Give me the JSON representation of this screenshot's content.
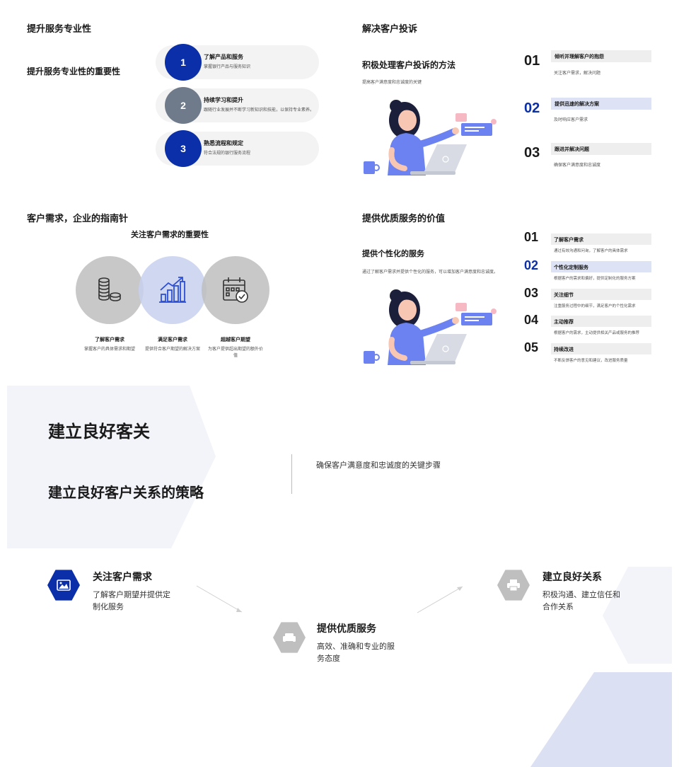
{
  "slide1": {
    "title": "提升服务专业性",
    "subtitle": "提升服务专业性的重要性",
    "items": [
      {
        "num": "1",
        "title": "了解产品和服务",
        "desc": "掌握银行产品与服务知识",
        "color": "#0a2fa8"
      },
      {
        "num": "2",
        "title": "持续学习和提升",
        "desc": "跟随行业发展并不断学习新知识和技能，以保持专业素养。",
        "color": "#6f7b8b"
      },
      {
        "num": "3",
        "title": "熟悉流程和规定",
        "desc": "符合法规的银行服务流程",
        "color": "#0a2fa8"
      }
    ]
  },
  "slide2": {
    "title": "解决客户投诉",
    "subtitle": "积极处理客户投诉的方法",
    "desc": "提高客户满意度和忠诚度的关键",
    "items": [
      {
        "num": "01",
        "title": "倾听并理解客户的抱怨",
        "desc": "关注客户需求，解决问题"
      },
      {
        "num": "02",
        "title": "提供迅速的解决方案",
        "desc": "及时响应客户需求"
      },
      {
        "num": "03",
        "title": "跟进并解决问题",
        "desc": "确保客户满意度和忠诚度"
      }
    ]
  },
  "slide3": {
    "title": "客户需求，企业的指南针",
    "subtitle": "关注客户需求的重要性",
    "items": [
      {
        "title": "了解客户需求",
        "desc": "掌握客户的具体需求和期望",
        "icon": "coins-icon"
      },
      {
        "title": "满足客户需求",
        "desc": "提供符合客户期望的解决方案",
        "icon": "growth-chart-icon"
      },
      {
        "title": "超越客户期望",
        "desc": "为客户提供超出期望的额外价值",
        "icon": "calendar-check-icon"
      }
    ]
  },
  "slide4": {
    "title": "提供优质服务的价值",
    "subtitle": "提供个性化的服务",
    "desc": "通过了解客户需求并提供个性化的服务，可以增加客户满意度和忠诚度。",
    "items": [
      {
        "num": "01",
        "title": "了解客户需求",
        "desc": "通过有效沟通和问询，了解客户的具体需求"
      },
      {
        "num": "02",
        "title": "个性化定制服务",
        "desc": "根据客户的需求和偏好，提供定制化的服务方案"
      },
      {
        "num": "03",
        "title": "关注细节",
        "desc": "注重服务过程中的细节，满足客户的个性化需求"
      },
      {
        "num": "04",
        "title": "主动推荐",
        "desc": "根据客户的需求，主动提供相关产品或服务的推荐"
      },
      {
        "num": "05",
        "title": "持续改进",
        "desc": "不断反馈客户的意见和建议，改进服务质量"
      }
    ]
  },
  "slide5": {
    "title": "建立良好客关",
    "subtitle": "建立良好客户关系的策略",
    "note": "确保客户满意度和忠诚度的关键步骤",
    "steps": [
      {
        "title": "关注客户需求",
        "desc": "了解客户期望并提供定制化服务",
        "icon": "image-icon"
      },
      {
        "title": "提供优质服务",
        "desc": "高效、准确和专业的服务态度",
        "icon": "sofa-icon"
      },
      {
        "title": "建立良好关系",
        "desc": "积极沟通、建立信任和合作关系",
        "icon": "printer-icon"
      }
    ]
  },
  "colors": {
    "primary": "#0a2fa8",
    "accent_soft": "#dde2f4",
    "gray": "#6f7b8b",
    "illustration_blue": "#6b82f0"
  }
}
